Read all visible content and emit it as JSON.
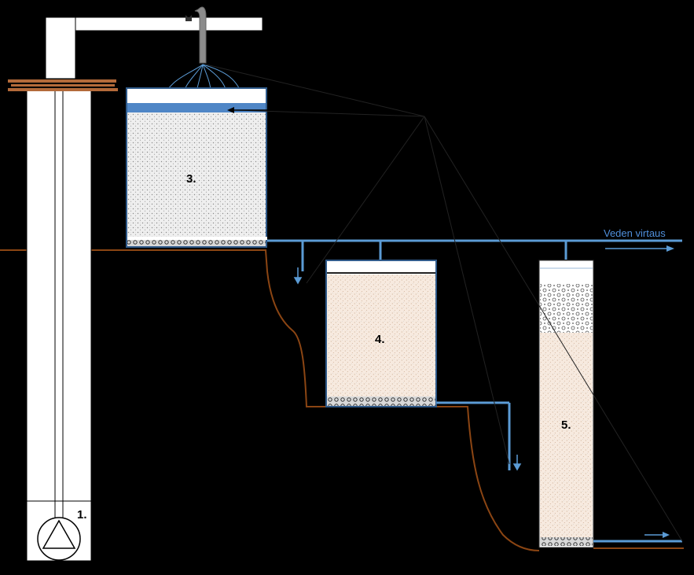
{
  "labels": {
    "well": "1.",
    "filter_3": "3.",
    "filter_4": "4.",
    "filter_5": "5."
  },
  "flow_label": "Veden virtaus",
  "colors": {
    "background": "#000000",
    "pipe_blue": "#5b9bd5",
    "tank_border": "#2f5a8a",
    "ground": "#8b4513",
    "white": "#ffffff",
    "sand": "#f6e9dc",
    "gravel": "#ececec",
    "water_layer": "#4f86c6"
  },
  "icons": [
    "pump-icon",
    "valve-icon",
    "flow-arrow-icon"
  ]
}
